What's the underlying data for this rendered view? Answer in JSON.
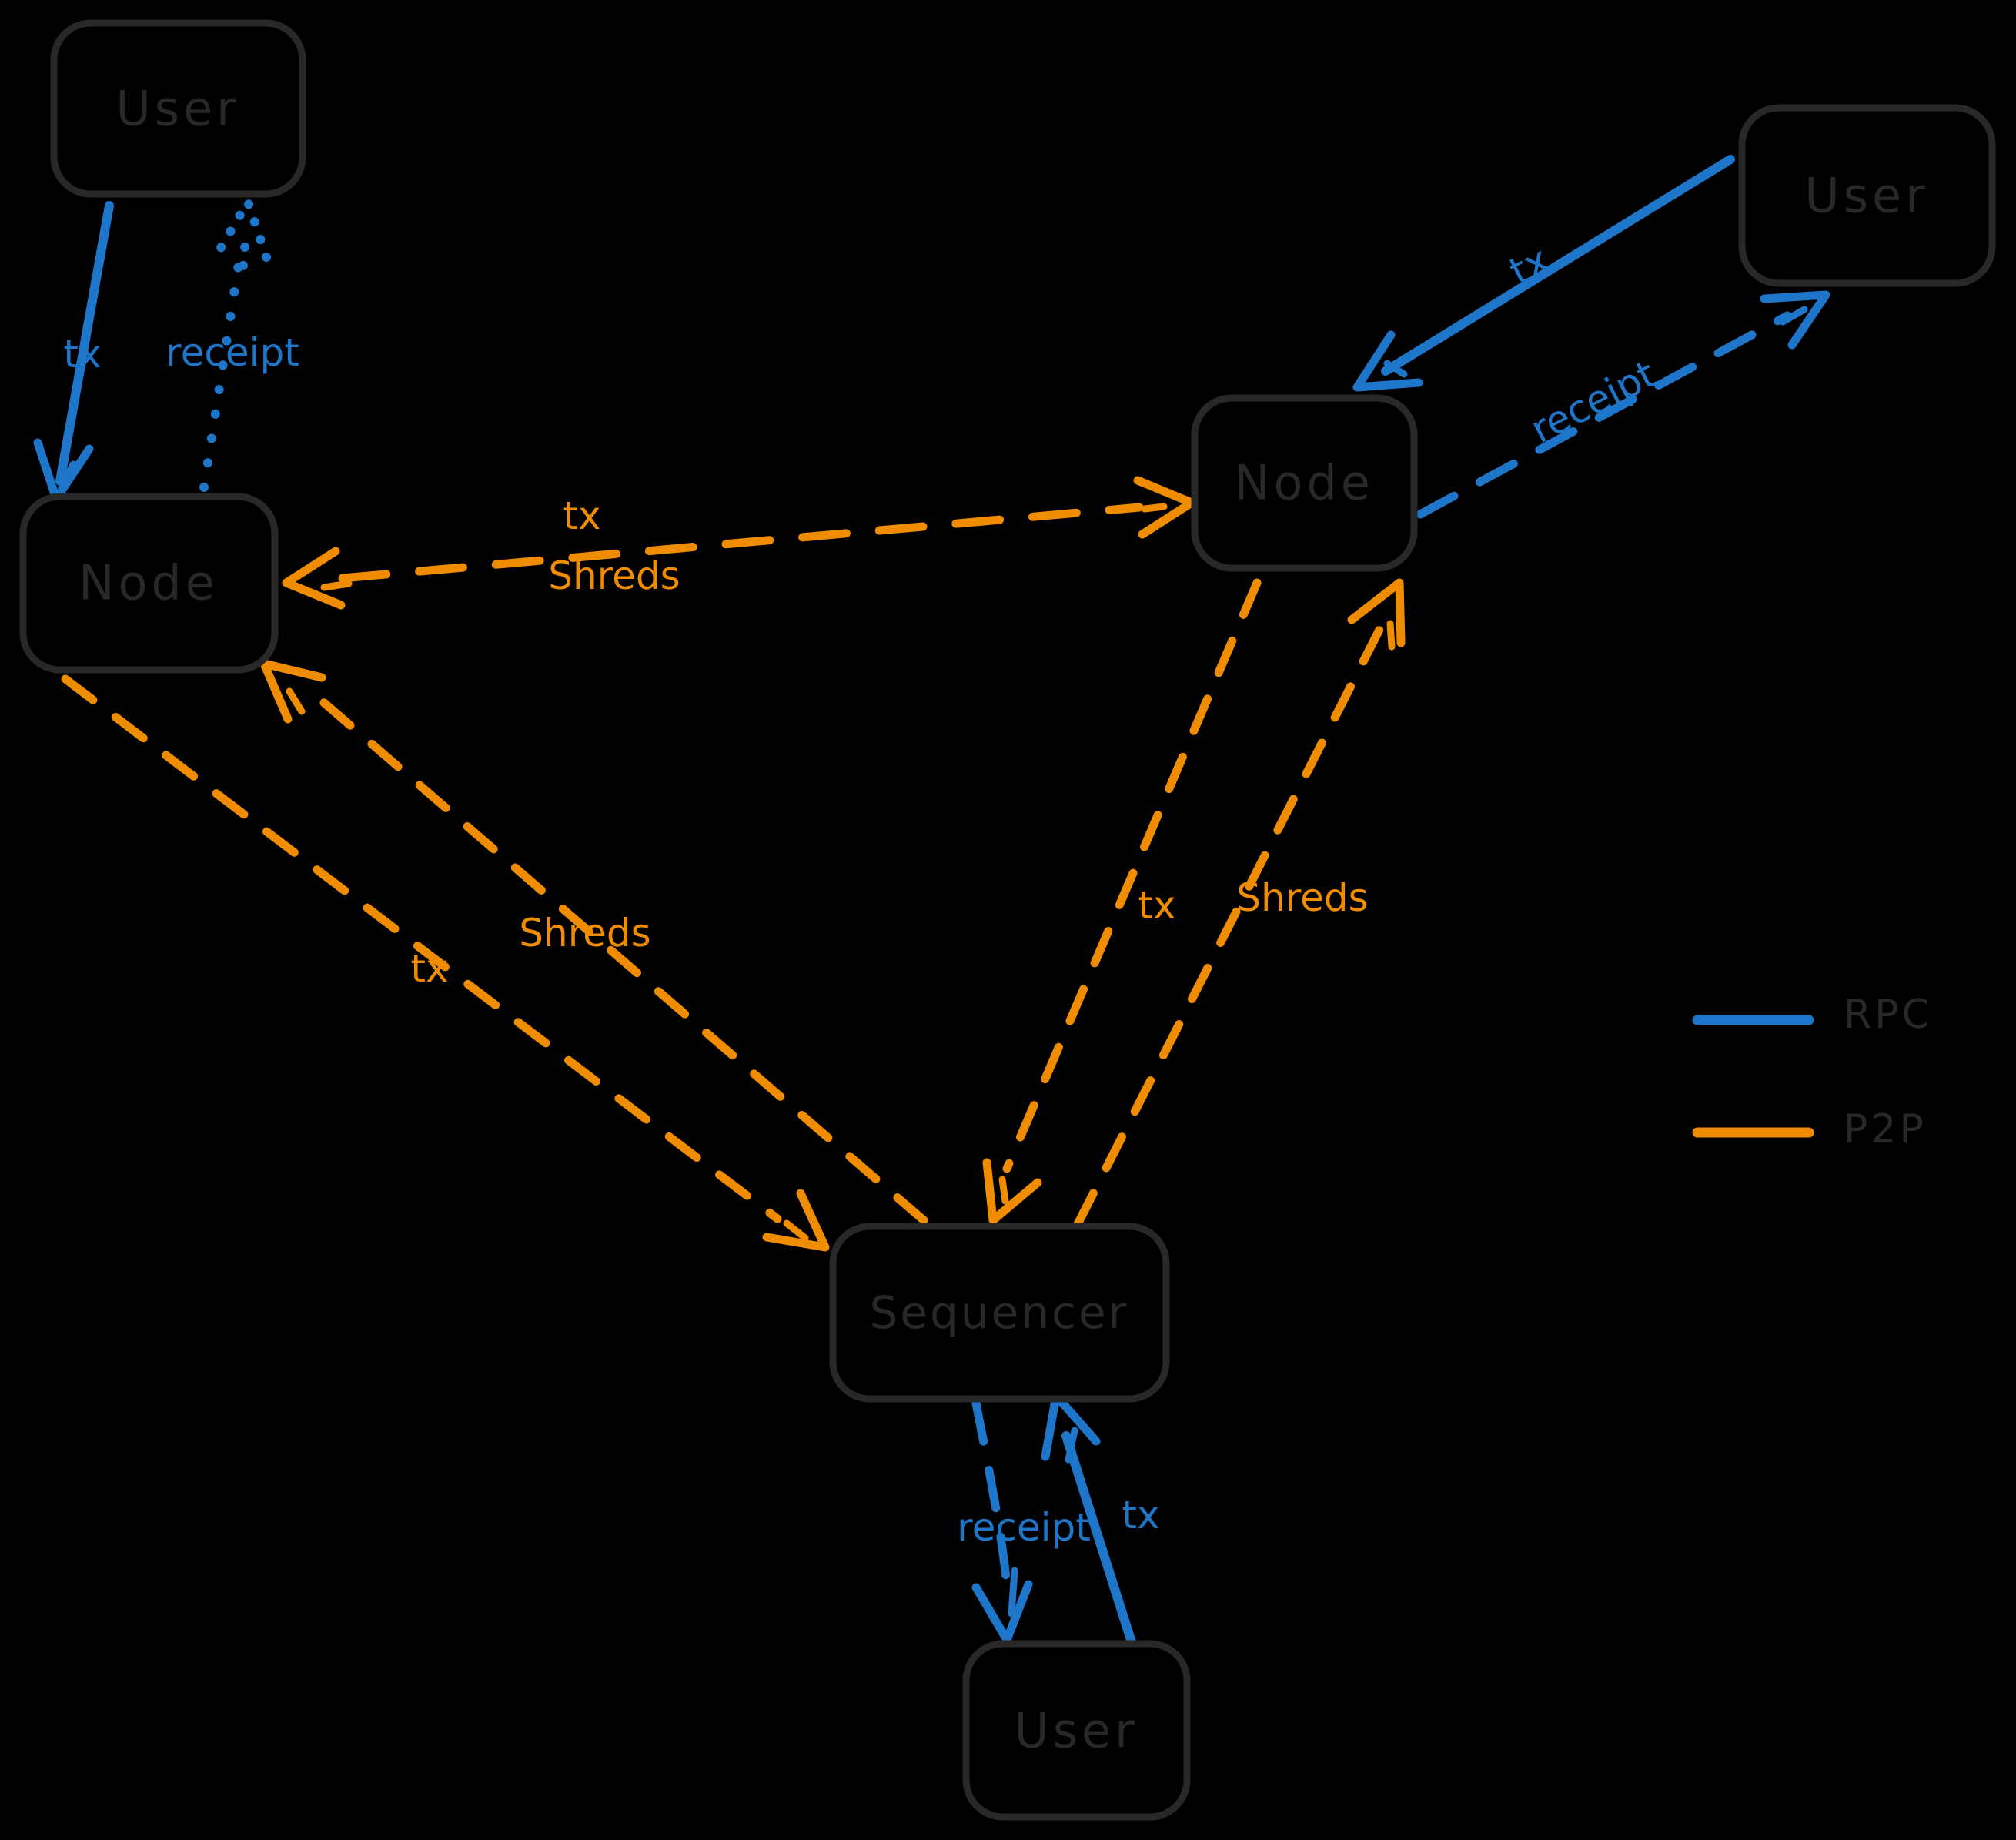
{
  "colors": {
    "rpc": "#1d76c9",
    "p2p": "#f08c00",
    "ink": "#282828",
    "bg": "#000000"
  },
  "nodes": {
    "user_top_left": {
      "label": "User"
    },
    "node_left": {
      "label": "Node"
    },
    "node_middle": {
      "label": "Node"
    },
    "user_top_right": {
      "label": "User"
    },
    "sequencer": {
      "label": "Sequencer"
    },
    "user_bottom": {
      "label": "User"
    }
  },
  "edges": {
    "user_tl_node": {
      "tx": "tx",
      "receipt": "receipt"
    },
    "node_node": {
      "tx": "tx",
      "shreds": "Shreds"
    },
    "node_left_sequencer": {
      "tx": "tx",
      "shreds": "Shreds"
    },
    "node_middle_sequencer": {
      "tx": "tx",
      "shreds": "Shreds"
    },
    "user_tr_node": {
      "tx": "tx",
      "receipt": "receipt"
    },
    "user_bottom_sequencer": {
      "tx": "tx",
      "receipt": "receipt"
    }
  },
  "legend": {
    "rpc_label": "RPC",
    "p2p_label": "P2P"
  }
}
